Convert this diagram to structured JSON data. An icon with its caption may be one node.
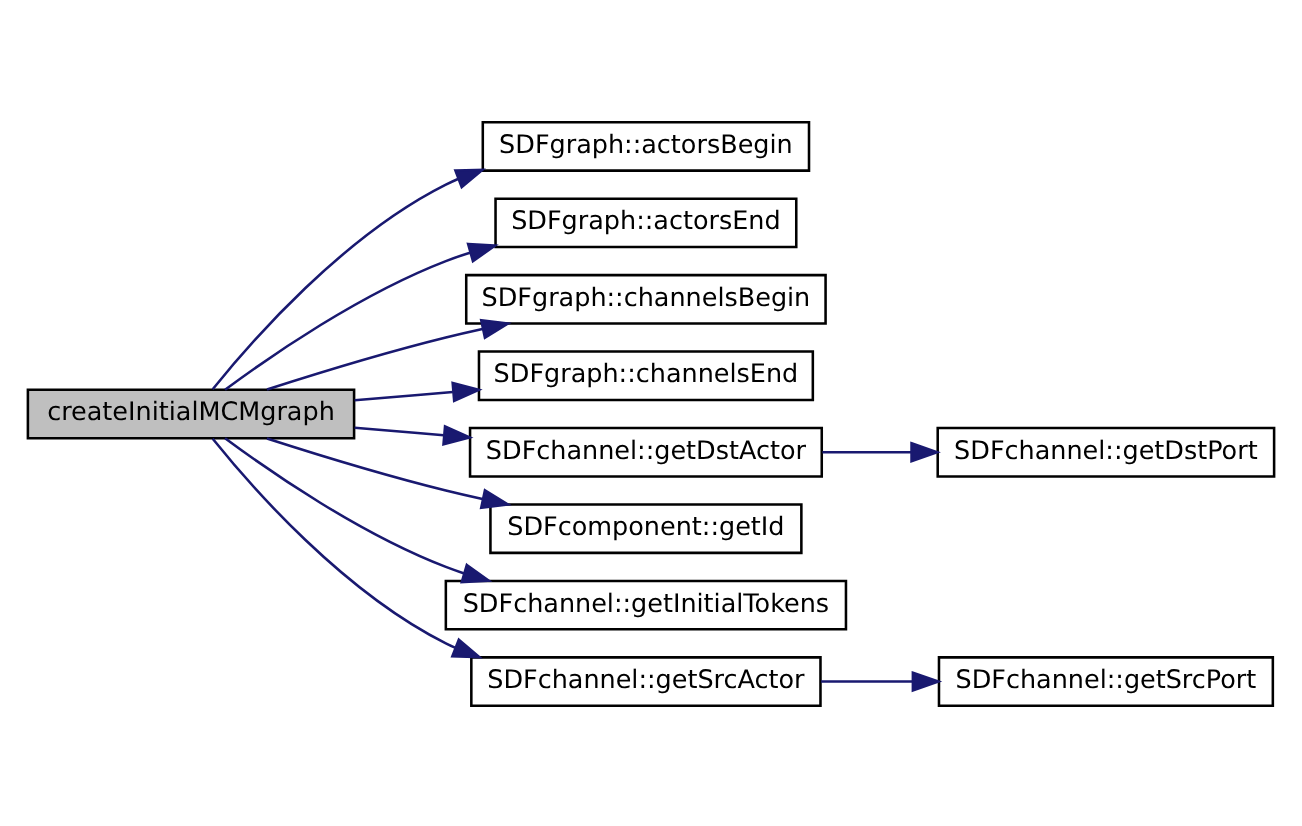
{
  "diagram": {
    "nodes": [
      {
        "text": [
          "createInitialMCMgraph"
        ]
      },
      {
        "text": [
          "SDFgraph::actorsBegin"
        ]
      },
      {
        "text": [
          "SDFgraph::actorsEnd"
        ]
      },
      {
        "text": [
          "SDFgraph::channelsBegin"
        ]
      },
      {
        "text": [
          "SDFgraph::channelsEnd"
        ]
      },
      {
        "text": [
          "SDFchannel::getDstActor"
        ]
      },
      {
        "text": [
          "SDFchannel::getDstPort"
        ]
      },
      {
        "text": [
          "SDFcomponent::getId"
        ]
      },
      {
        "text": [
          "SDFchannel::getInitialTokens"
        ]
      },
      {
        "text": [
          "SDFchannel::getSrcActor"
        ]
      },
      {
        "text": [
          "SDFchannel::getSrcPort"
        ]
      }
    ],
    "edges": [
      {
        "from": 0,
        "to": 1,
        "arrow": "to",
        "color": "#191970"
      },
      {
        "from": 0,
        "to": 2,
        "arrow": "to",
        "color": "#191970"
      },
      {
        "from": 0,
        "to": 3,
        "arrow": "to",
        "color": "#191970"
      },
      {
        "from": 0,
        "to": 4,
        "arrow": "to",
        "color": "#191970"
      },
      {
        "from": 0,
        "to": 5,
        "arrow": "to",
        "color": "#191970"
      },
      {
        "from": 5,
        "to": 6,
        "arrow": "to",
        "color": "#191970"
      },
      {
        "from": 0,
        "to": 7,
        "arrow": "to",
        "color": "#191970"
      },
      {
        "from": 0,
        "to": 8,
        "arrow": "to",
        "color": "#191970"
      },
      {
        "from": 0,
        "to": 9,
        "arrow": "to",
        "color": "#191970"
      },
      {
        "from": 9,
        "to": 10,
        "arrow": "to",
        "color": "#191970"
      }
    ]
  }
}
